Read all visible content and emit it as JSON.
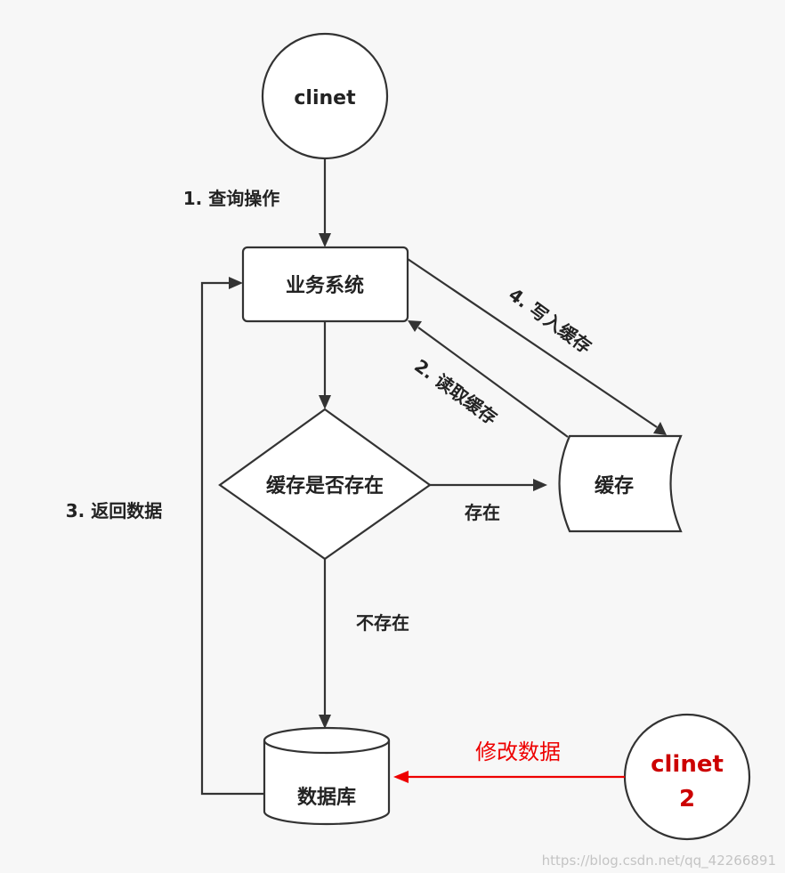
{
  "nodes": {
    "client1": "clinet",
    "business": "业务系统",
    "decision": "缓存是否存在",
    "cache": "缓存",
    "database": "数据库",
    "client2_line1": "clinet",
    "client2_line2": "2"
  },
  "edges": {
    "query": "1. 查询操作",
    "read_cache": "2. 读取缓存",
    "return_data": "3. 返回数据",
    "write_cache": "4. 写入缓存",
    "exists": "存在",
    "not_exists": "不存在",
    "modify": "修改数据"
  },
  "watermark": "https://blog.csdn.net/qq_42266891",
  "colors": {
    "stroke": "#333333",
    "background": "#f7f7f7",
    "highlight": "#ee0000",
    "client2_text": "#cc0000"
  }
}
